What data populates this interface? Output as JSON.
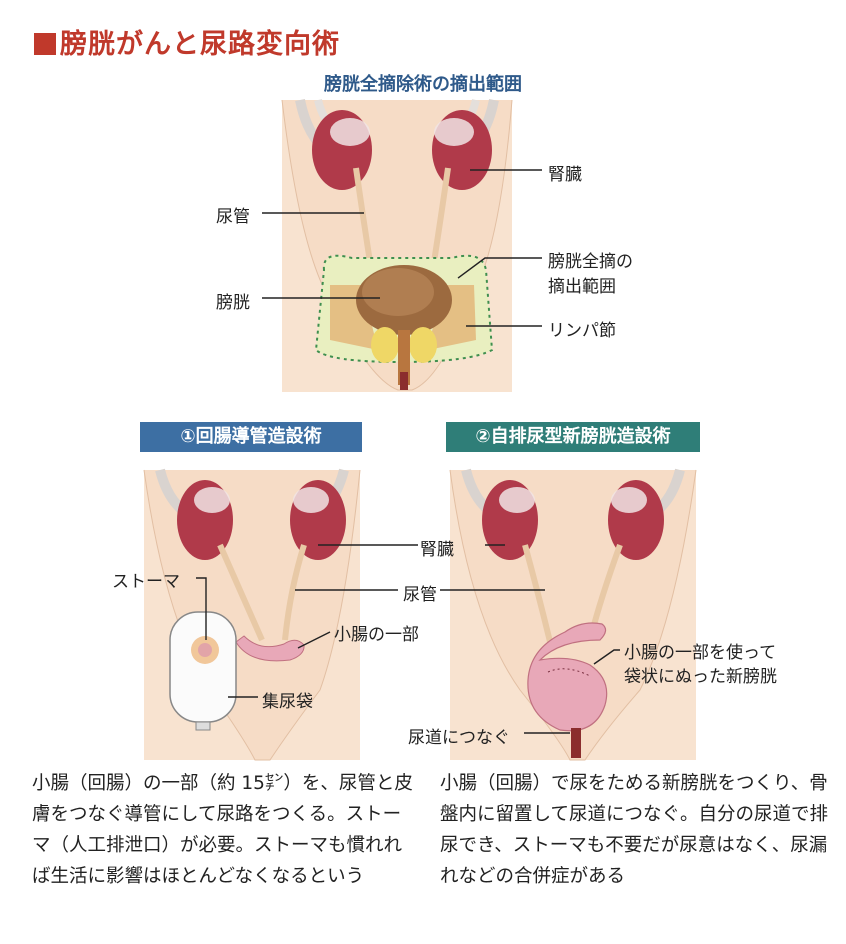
{
  "header": {
    "title": "膀胱がんと尿路変向術"
  },
  "top_figure": {
    "title": "膀胱全摘除術の摘出範囲",
    "labels": {
      "kidney": "腎臓",
      "ureter": "尿管",
      "excision_range": [
        "膀胱全摘の",
        "摘出範囲"
      ],
      "bladder": "膀胱",
      "lymph": "リンパ節"
    }
  },
  "panel1": {
    "banner": "①回腸導管造設術",
    "labels": {
      "kidney": "腎臓",
      "stoma": "ストーマ",
      "ureter": "尿管",
      "small_intestine_part": "小腸の一部",
      "urine_bag": "集尿袋"
    },
    "description": "小腸（回腸）の一部（約 15㌢）を、尿管と皮膚をつなぐ導管にして尿路をつくる。ストーマ（人工排泄口）が必要。ストーマも慣れれば生活に影響はほとんどなくなるという"
  },
  "panel2": {
    "banner": "②自排尿型新膀胱造設術",
    "labels": {
      "new_bladder": [
        "小腸の一部を使って",
        "袋状にぬった新膀胱"
      ],
      "connect_urethra": "尿道につなぐ"
    },
    "description": "小腸（回腸）で尿をためる新膀胱をつくり、骨盤内に留置して尿道につなぐ。自分の尿道で排尿でき、ストーマも不要だが尿意はなく、尿漏れなどの合併症がある"
  },
  "colors": {
    "title": "#c0392b",
    "subtitle": "#2f5a8a",
    "banner1": "#3d6fa3",
    "banner2": "#2f7e78",
    "skin": "#f8e3d0",
    "kidney": "#b03a4a"
  }
}
